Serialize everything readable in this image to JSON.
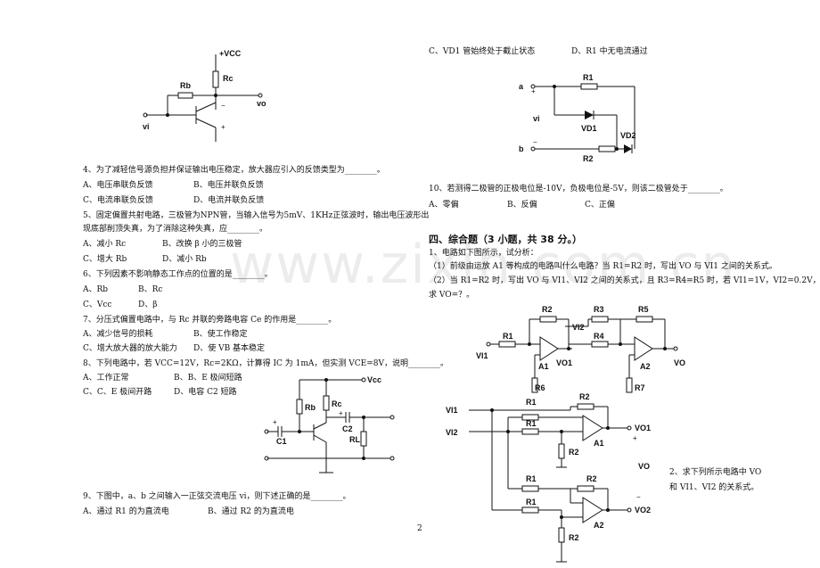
{
  "watermark": "www.zixin.com.cn",
  "page_number": "2",
  "left": {
    "fig1": {
      "vcc": "+VCC",
      "rc": "Rc",
      "rb": "Rb",
      "vo": "vo",
      "vi": "vi",
      "plus": "+",
      "minus": "−"
    },
    "q4": {
      "text": "4、为了减轻信号源负担并保证输出电压稳定，放大器应引入的反馈类型为________。",
      "a": "A、电压串联负反馈",
      "b": "B、电压并联负反馈",
      "c": "C、电流串联负反馈",
      "d": "D、电流并联负反馈"
    },
    "q5": {
      "line1": "5、固定偏置共射电路，三极管为NPN管，当输入信号为5mV、1KHz正弦波时，输出电压波形出",
      "line2": "现底部削顶失真，为了消除这种失真，应________。",
      "a": "A、减小 Rc",
      "b": "B、改换 β 小的三极管",
      "c": "C、增大 Rb",
      "d": "D、减小 Rb"
    },
    "q6": {
      "text": "6、下列因素不影响静态工作点的位置的是________。",
      "a": "A、Rb",
      "b": "B、Rc",
      "c": "C、Vcc",
      "d": "D、β"
    },
    "q7": {
      "text": "7、分压式偏置电路中，与 Rc 并联的旁路电容 Ce 的作用是________。",
      "a": "A、减少信号的损耗",
      "b": "B、使工作稳定",
      "c": "C、增大放大器的放大能力",
      "d": "D、使 VB 基本稳定"
    },
    "q8": {
      "text": "8、下列电路中，若 VCC=12V，Rc=2KΩ，计算得 IC 为 1mA，但实测 VCE=8V，说明________。",
      "a": "A、工作正常",
      "b": "B、B、E 极间短路",
      "c": "C、C、E 极间开路",
      "d": "D、电容 C2 短路"
    },
    "fig2": {
      "vcc": "Vcc",
      "rb": "Rb",
      "rc": "Rc",
      "c1": "C1",
      "c2": "C2",
      "rl": "RL",
      "plus": "+"
    },
    "q9": {
      "text": "9、下图中，a、b 之间输入一正弦交流电压 vi，则下述正确的是________。",
      "a": "A、通过 R1 的为直流电",
      "b": "B、通过 R2 的为直流电"
    }
  },
  "right": {
    "q9cd": {
      "c": "C、VD1 管始终处于截止状态",
      "d": "D、R1 中无电流通过"
    },
    "fig3": {
      "a": "a",
      "b": "b",
      "plus": "+",
      "minus": "−",
      "vi": "vi",
      "r1": "R1",
      "r2": "R2",
      "vd1": "VD1",
      "vd2": "VD2"
    },
    "q10": {
      "text": "10、若测得二极管的正极电位是-10V，负极电位是-5V，则该二极管处于________。",
      "a": "A、零偏",
      "b": "B、反偏",
      "c": "C、正偏"
    },
    "section4": "四、综合题（3 小题，共 38 分。）",
    "p1": {
      "line1": "1、电路如下图所示，试分析：",
      "line2": "（1）前级由运放 A1 等构成的电路叫什么电路？当 R1=R2 时，写出 VO 与 VI1 之间的关系式。",
      "line3": "（2）当 R1=R2 时，写出 VO 与 VI1、VI2 之间的关系式，且 R3=R4=R5 时，若 VI1=1V，VI2=0.2V，",
      "line4": "求 VO=？。"
    },
    "fig4": {
      "r1": "R1",
      "r2": "R2",
      "r3": "R3",
      "r4": "R4",
      "r5": "R5",
      "r6": "R6",
      "r7": "R7",
      "vi1": "VI1",
      "vi2": "VI2",
      "vo1": "VO1",
      "vo": "VO",
      "a1": "A1",
      "a2": "A2"
    },
    "fig5": {
      "vi1": "VI1",
      "vi2": "VI2",
      "r1": "R1",
      "r2": "R2",
      "vo1": "VO1",
      "vo2": "VO2",
      "vo": "VO",
      "a1": "A1",
      "a2": "A2",
      "plus": "+",
      "minus": "−"
    },
    "p2": {
      "line1": "2、求下列所示电路中 VO",
      "line2": "和 VI1、VI2 的关系式。"
    }
  }
}
